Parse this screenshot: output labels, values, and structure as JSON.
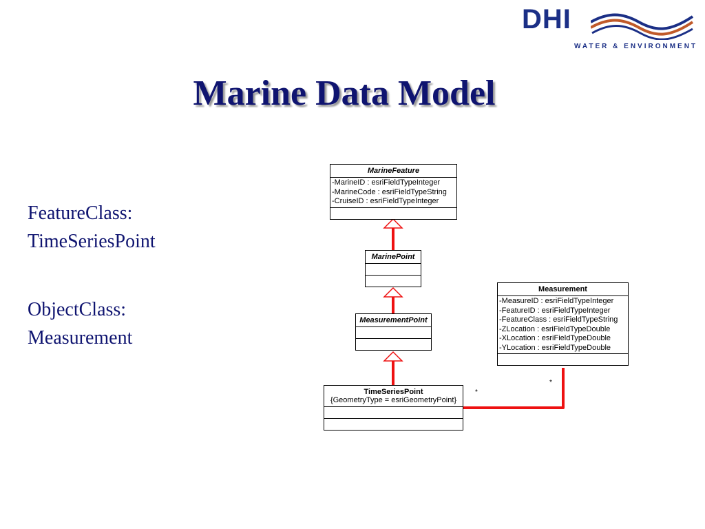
{
  "logo": {
    "wordmark": "DHI",
    "tagline": "WATER & ENVIRONMENT"
  },
  "slide": {
    "title": "Marine Data Model"
  },
  "side_text": {
    "feature_class_label": "FeatureClass:",
    "feature_class_value": "TimeSeriesPoint",
    "object_class_label": "ObjectClass:",
    "object_class_value": "Measurement"
  },
  "classes": {
    "marine_feature": {
      "name": "MarineFeature",
      "attributes": [
        "-MarineID : esriFieldTypeInteger",
        "-MarineCode : esriFieldTypeString",
        "-CruiseID : esriFieldTypeInteger"
      ]
    },
    "marine_point": {
      "name": "MarinePoint"
    },
    "measurement_point": {
      "name": "MeasurementPoint"
    },
    "time_series_point": {
      "name": "TimeSeriesPoint",
      "constraint": "{GeometryType = esriGeometryPoint}"
    },
    "measurement": {
      "name": "Measurement",
      "attributes": [
        "-MeasureID : esriFieldTypeInteger",
        "-FeatureID : esriFieldTypeInteger",
        "-FeatureClass : esriFieldTypeString",
        "-ZLocation : esriFieldTypeDouble",
        "-XLocation : esriFieldTypeDouble",
        "-YLocation : esriFieldTypeDouble"
      ]
    }
  },
  "association": {
    "multiplicity_left": "*",
    "multiplicity_right": "*"
  },
  "colors": {
    "connector": "#ee1111",
    "title": "#0f1470",
    "brand": "#1b2f86"
  }
}
